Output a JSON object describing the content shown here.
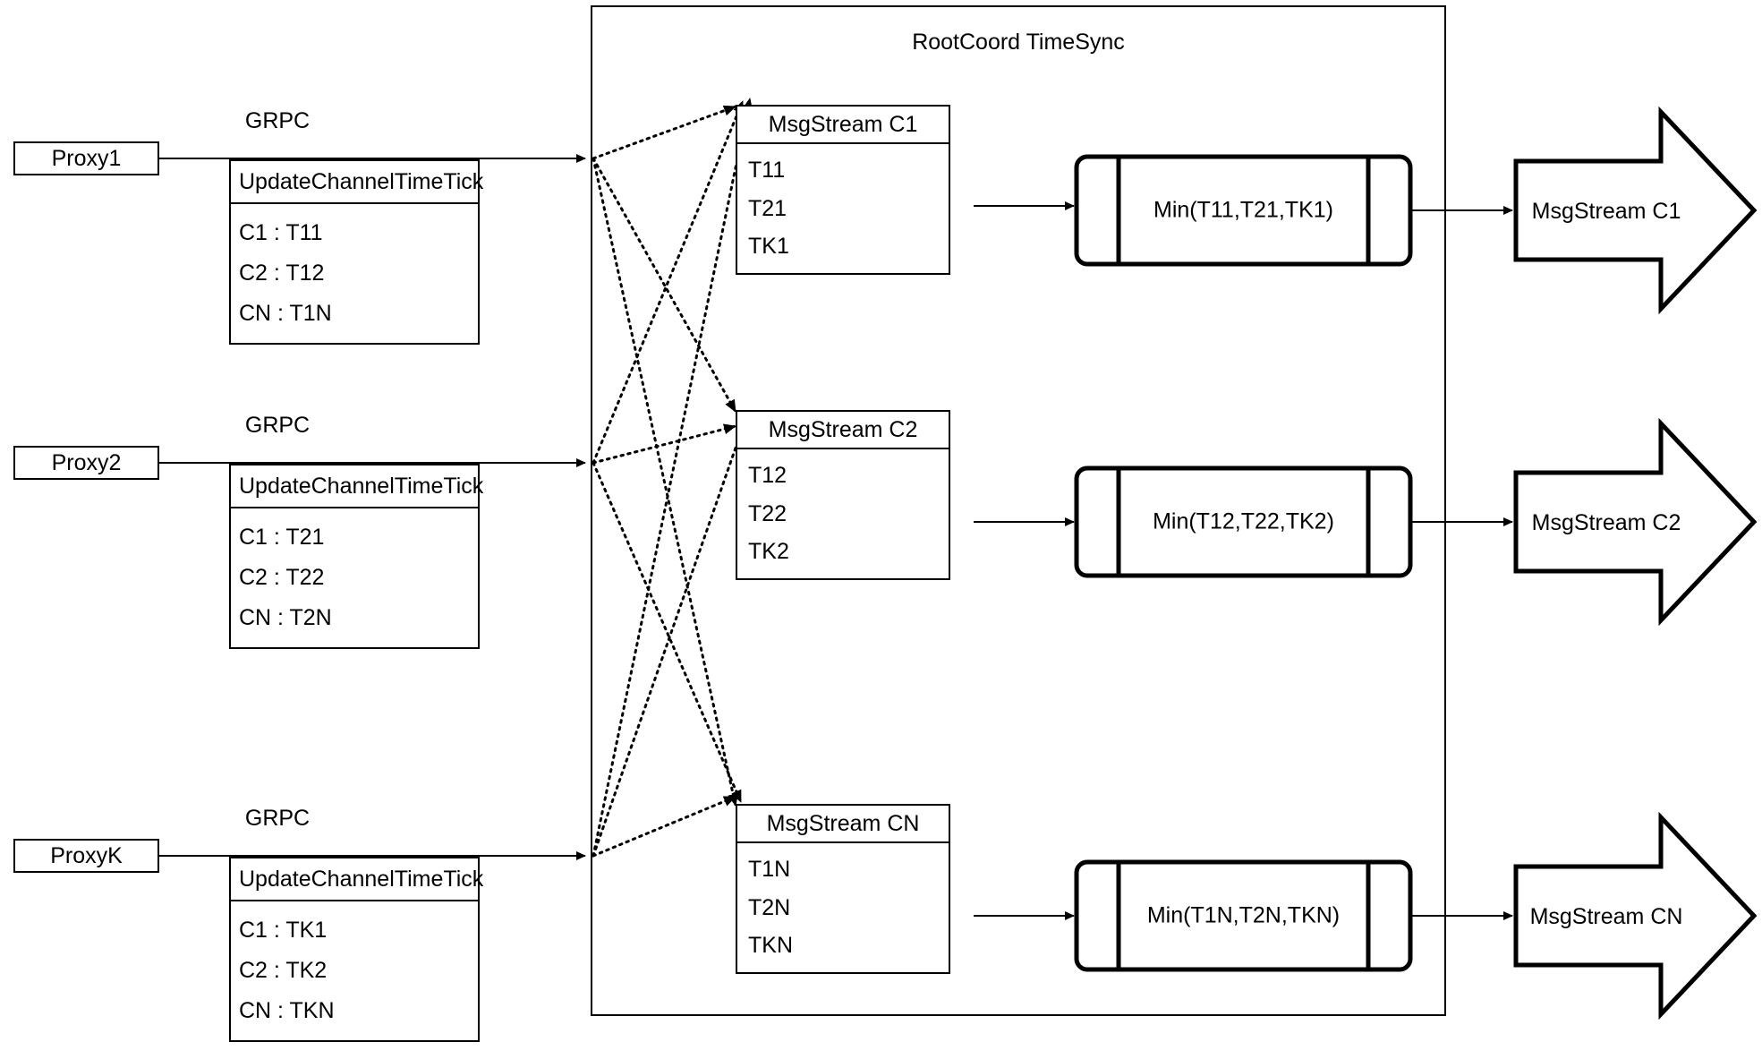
{
  "diagram": {
    "container": {
      "title": "RootCoord TimeSync"
    },
    "rows": [
      {
        "proxy_label": "Proxy1",
        "link_label": "GRPC",
        "request": {
          "title": "UpdateChannelTimeTick",
          "entries": [
            "C1 :  T11",
            "C2 :  T12",
            "CN : T1N"
          ]
        },
        "msgstream": {
          "title": "MsgStream C1",
          "entries": [
            "T11",
            "T21",
            "TK1"
          ]
        },
        "process_label": "Min(T11,T21,TK1)",
        "output_label": "MsgStream C1"
      },
      {
        "proxy_label": "Proxy2",
        "link_label": "GRPC",
        "request": {
          "title": "UpdateChannelTimeTick",
          "entries": [
            "C1 :  T21",
            "C2 :  T22",
            "CN : T2N"
          ]
        },
        "msgstream": {
          "title": "MsgStream C2",
          "entries": [
            "T12",
            "T22",
            "TK2"
          ]
        },
        "process_label": "Min(T12,T22,TK2)",
        "output_label": "MsgStream C2"
      },
      {
        "proxy_label": "ProxyK",
        "link_label": "GRPC",
        "request": {
          "title": "UpdateChannelTimeTick",
          "entries": [
            "C1 :  TK1",
            "C2 :  TK2",
            "CN : TKN"
          ]
        },
        "msgstream": {
          "title": "MsgStream CN",
          "entries": [
            "T1N",
            "T2N",
            "TKN"
          ]
        },
        "process_label": "Min(T1N,T2N,TKN)",
        "output_label": "MsgStream CN"
      }
    ],
    "colors": {
      "stroke": "#000000",
      "background": "#ffffff"
    }
  }
}
